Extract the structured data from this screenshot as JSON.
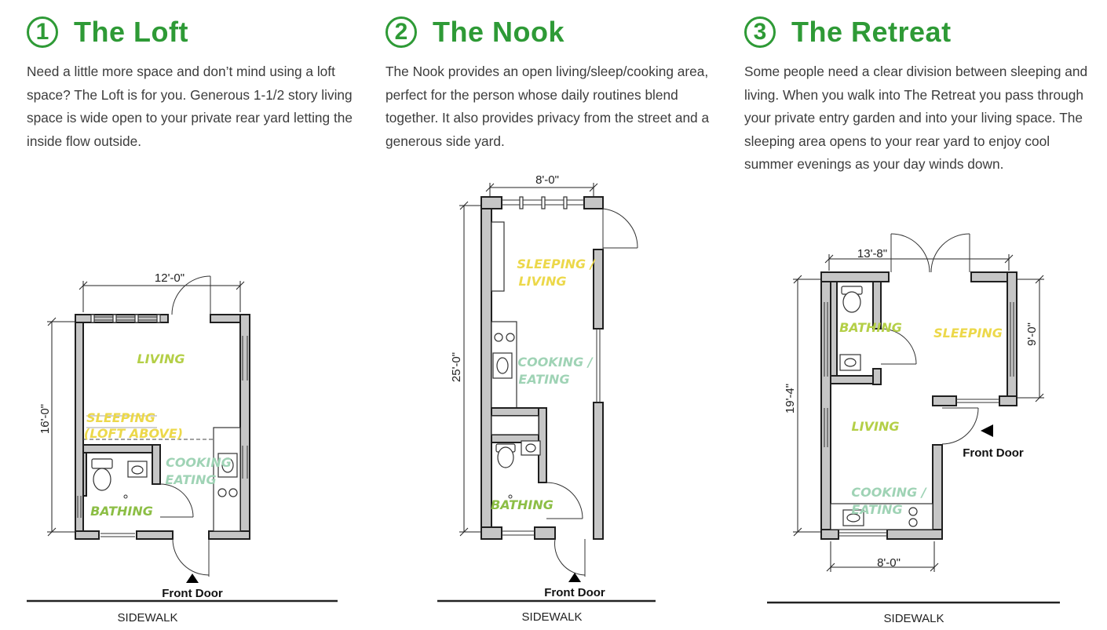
{
  "plans": [
    {
      "number": "1",
      "title": "The Loft",
      "description": "Need a little more space and don’t mind using a loft space? The Loft is for you. Generous 1-1/2 story living space is wide open to your private rear yard letting the inside flow outside.",
      "dims": {
        "width": "12'-0\"",
        "depth": "16'-0\""
      },
      "rooms": {
        "living": "LIVING",
        "sleeping_1": "SLEEPING",
        "sleeping_2": "(LOFT ABOVE)",
        "cooking_1": "COOKING",
        "cooking_2": "EATING",
        "bathing": "BATHING"
      },
      "front_door": "Front Door",
      "sidewalk": "SIDEWALK"
    },
    {
      "number": "2",
      "title": "The Nook",
      "description": "The Nook provides an open living/sleep/cooking area, perfect for the person whose daily routines blend together. It also provides privacy from the street and a generous side yard.",
      "dims": {
        "width": "8'-0\"",
        "depth": "25'-0\""
      },
      "rooms": {
        "sleeping_1": "SLEEPING /",
        "sleeping_2": "LIVING",
        "cooking_1": "COOKING /",
        "cooking_2": "EATING",
        "bathing": "BATHING"
      },
      "front_door": "Front Door",
      "sidewalk": "SIDEWALK"
    },
    {
      "number": "3",
      "title": "The Retreat",
      "description": "Some people need a clear division between sleeping and living. When you walk into The Retreat you pass through your private entry garden and into your living space. The sleeping area opens to your rear yard to enjoy cool summer evenings as your day winds down.",
      "dims": {
        "width": "13'-8\"",
        "depth": "19'-4\"",
        "side": "9'-0\"",
        "bottom": "8'-0\""
      },
      "rooms": {
        "bathing": "BATHING",
        "sleeping": "SLEEPING",
        "living": "LIVING",
        "cooking_1": "COOKING /",
        "cooking_2": "EATING"
      },
      "front_door": "Front Door",
      "sidewalk": "SIDEWALK"
    }
  ],
  "colors": {
    "accent": "#2e9a36",
    "sleeping": "#ecd84a",
    "living": "#b4cf47",
    "cooking": "#9fd3b5",
    "bathing": "#8cbe45"
  }
}
